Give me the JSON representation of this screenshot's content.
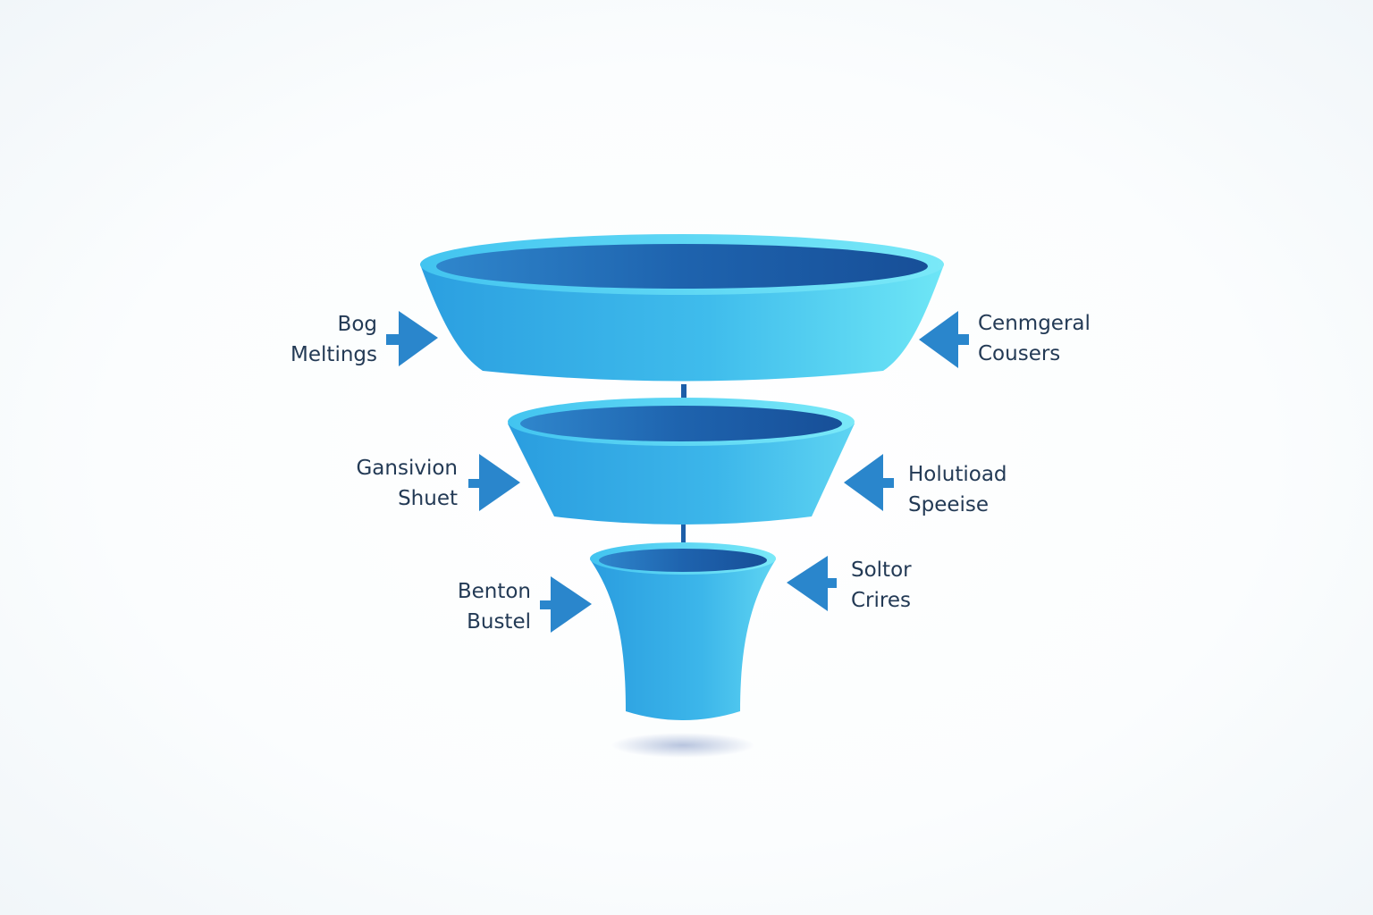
{
  "diagram": {
    "type": "funnel",
    "tiers": [
      {
        "left_label": [
          "Bog",
          "Meltings"
        ],
        "right_label": [
          "Cenmgeral",
          "Cousers"
        ]
      },
      {
        "left_label": [
          "Gansivion",
          "Shuet"
        ],
        "right_label": [
          "Holutioad",
          "Speeise"
        ]
      },
      {
        "left_label": [
          "Benton",
          "Bustel"
        ],
        "right_label": [
          "Soltor",
          "Crires"
        ]
      }
    ]
  },
  "colors": {
    "funnel_light": "#6ee6f6",
    "funnel_mid": "#36b6e6",
    "funnel_dark": "#1c5fae",
    "arrow": "#2a86cc",
    "text": "#233a55"
  },
  "icons": {
    "arrow_right": "arrow-right-icon",
    "arrow_left": "arrow-left-icon"
  }
}
